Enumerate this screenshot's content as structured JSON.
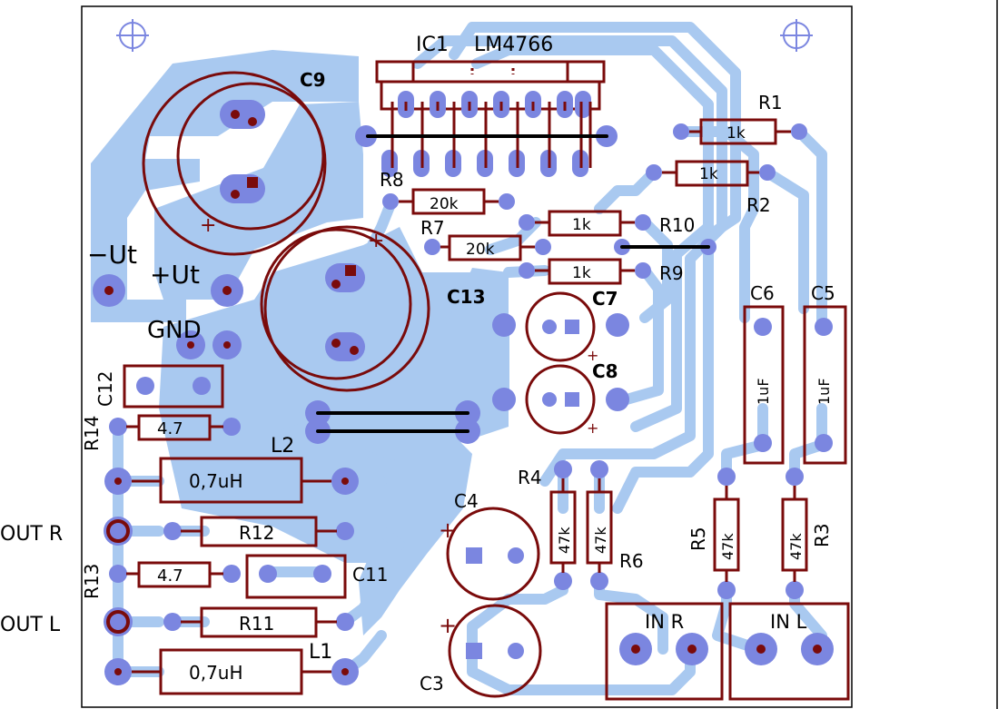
{
  "colors": {
    "copper": "#a9c9f0",
    "pad": "#7b86e0",
    "outline": "#7a0b0b",
    "jumper": "#000000",
    "frame": "#000000"
  },
  "ic": {
    "ref": "IC1",
    "part": "LM4766"
  },
  "capacitors": {
    "c9": "C9",
    "c13": "C13",
    "c7": "C7",
    "c8": "C8",
    "c12": "C12",
    "c11": "C11",
    "c4": "C4",
    "c3": "C3",
    "c6": "C6",
    "c5": "C5",
    "c6_value": "1uF",
    "c5_value": "1uF",
    "polarity_mark": "+"
  },
  "resistors": {
    "r1": "R1",
    "r1_value": "1k",
    "r2": "R2",
    "r2_value": "1k",
    "r8": "R8",
    "r8_value": "20k",
    "r10": "R10",
    "r10_value": "1k",
    "r7": "R7",
    "r7_value": "20k",
    "r9": "R9",
    "r9_value": "1k",
    "r14": "R14",
    "r14_value": "4.7",
    "r13": "R13",
    "r13_value": "4.7",
    "r12": "R12",
    "r11": "R11",
    "r4": "R4",
    "r4_value": "47k",
    "r6": "R6",
    "r6_value": "47k",
    "r5": "R5",
    "r5_value": "47k",
    "r3": "R3",
    "r3_value": "47k"
  },
  "inductors": {
    "l2": "L2",
    "l2_value": "0,7uH",
    "l1": "L1",
    "l1_value": "0,7uH"
  },
  "power": {
    "neg": "−Ut",
    "pos": "+Ut",
    "gnd": "GND"
  },
  "outputs": {
    "r": "OUT R",
    "l": "OUT L"
  },
  "inputs": {
    "r": "IN R",
    "l": "IN L"
  }
}
